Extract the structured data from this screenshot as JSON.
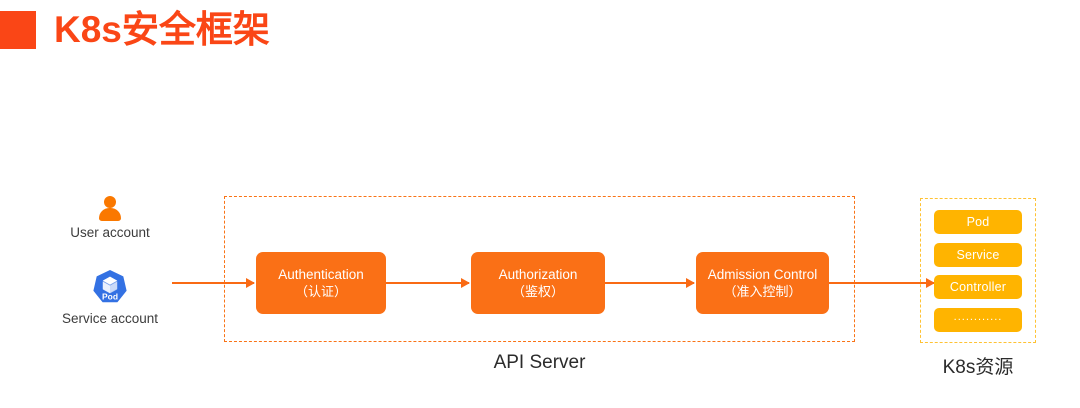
{
  "slide": {
    "title": "K8s安全框架",
    "title_color": "#FA4616",
    "bullet_color": "#FA4616",
    "background": "#FFFFFF"
  },
  "actors": [
    {
      "icon": "user-icon",
      "label": "User account",
      "icon_color": "#FA7800"
    },
    {
      "icon": "kubernetes-pod-icon",
      "label": "Service account",
      "icon_color": "#3371E3",
      "icon_text": "Pod"
    }
  ],
  "api_server": {
    "label": "API Server",
    "border_color": "#F97316",
    "stages": [
      {
        "title": "Authentication",
        "subtitle": "（认证）",
        "color": "#FA7016"
      },
      {
        "title": "Authorization",
        "subtitle": "（鉴权）",
        "color": "#FA7016"
      },
      {
        "title": "Admission Control",
        "subtitle": "（准入控制）",
        "color": "#FA7016"
      }
    ]
  },
  "k8s_resources": {
    "label": "K8s资源",
    "border_color": "#FFC233",
    "item_color": "#FFB400",
    "items": [
      {
        "label": "Pod"
      },
      {
        "label": "Service"
      },
      {
        "label": "Controller"
      },
      {
        "label": "............"
      }
    ]
  },
  "arrows": {
    "color": "#F96A14",
    "names": [
      "accounts-to-api-server",
      "authentication-to-authorization",
      "authorization-to-admission",
      "api-server-to-resources"
    ]
  }
}
